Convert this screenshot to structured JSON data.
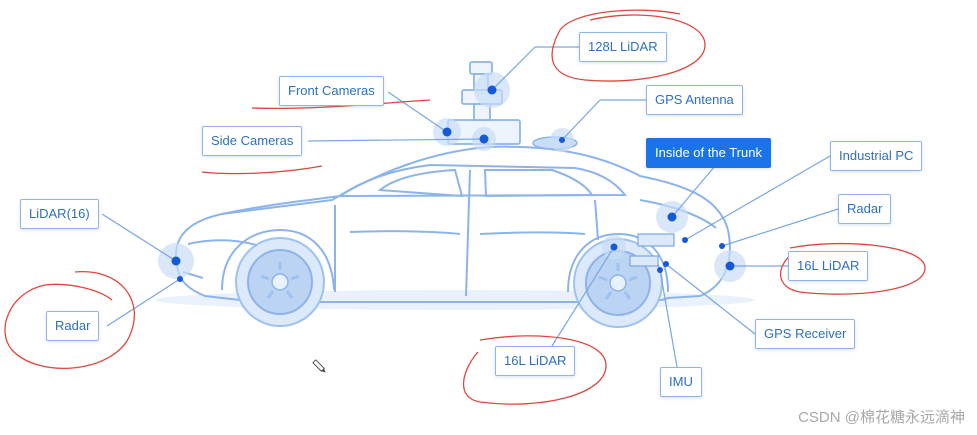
{
  "labels": {
    "lidar_128": "128L LiDAR",
    "front_cameras": "Front Cameras",
    "gps_antenna": "GPS Antenna",
    "side_cameras": "Side Cameras",
    "inside_trunk": "Inside of the Trunk",
    "industrial_pc": "Industrial PC",
    "lidar16_front": "LiDAR(16)",
    "radar_rear": "Radar",
    "lidar16_rear": "16L LiDAR",
    "radar_front": "Radar",
    "gps_receiver": "GPS Receiver",
    "lidar16_bottom": "16L LiDAR",
    "imu": "IMU"
  },
  "watermark": "CSDN @棉花糖永远滴神",
  "colors": {
    "car_outline": "#8cb4ea",
    "wheel": "#9ec2f0",
    "sensor_dot": "#1559d8",
    "sensor_glow": "#c9ddf7",
    "leader_line": "#7aa6e3",
    "label_text": "#2d6fc2",
    "highlight_box": "#1a73e8",
    "annotation_circle": "#e0463d"
  }
}
